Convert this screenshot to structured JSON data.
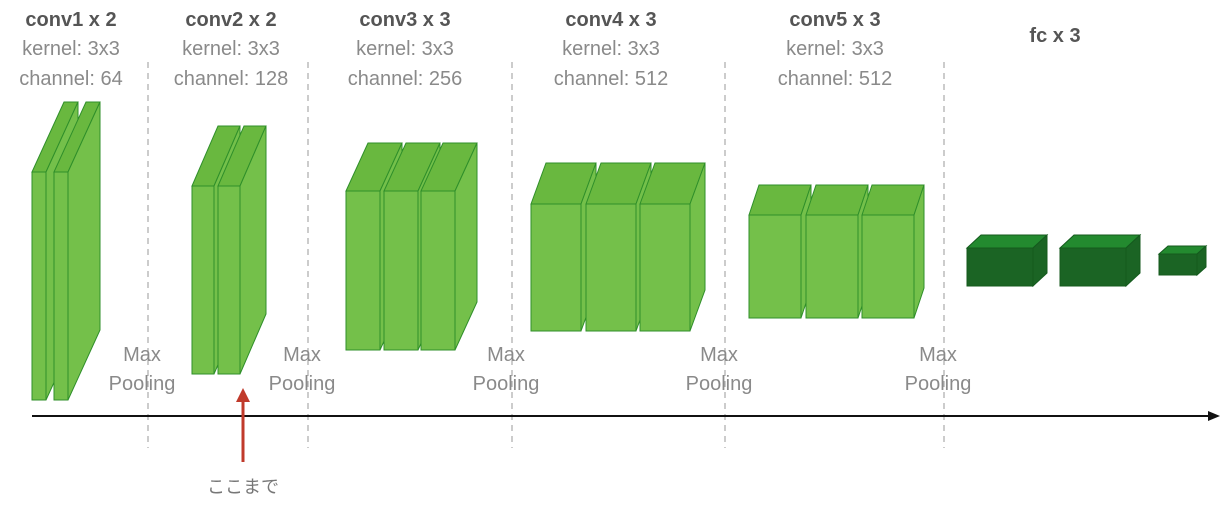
{
  "layers": [
    {
      "title": "conv1 x 2",
      "kernel": "kernel: 3x3",
      "channel": "channel: 64"
    },
    {
      "title": "conv2 x 2",
      "kernel": "kernel: 3x3",
      "channel": "channel: 128"
    },
    {
      "title": "conv3 x 3",
      "kernel": "kernel: 3x3",
      "channel": "channel: 256"
    },
    {
      "title": "conv4 x 3",
      "kernel": "kernel: 3x3",
      "channel": "channel: 512"
    },
    {
      "title": "conv5 x 3",
      "kernel": "kernel: 3x3",
      "channel": "channel: 512"
    },
    {
      "title": "fc x 3"
    }
  ],
  "pooling": [
    {
      "line1": "Max",
      "line2": "Pooling"
    },
    {
      "line1": "Max",
      "line2": "Pooling"
    },
    {
      "line1": "Max",
      "line2": "Pooling"
    },
    {
      "line1": "Max",
      "line2": "Pooling"
    },
    {
      "line1": "Max",
      "line2": "Pooling"
    }
  ],
  "marker": {
    "label": "ここまで"
  },
  "colors": {
    "conv_front": "#74c04a",
    "conv_top": "#69b83f",
    "conv_edge": "#2f8f2a",
    "fc_front": "#1b6424",
    "fc_top": "#238a2f",
    "fc_side": "#145a1d",
    "arrow": "#c03a2b",
    "axis": "#111111",
    "divider": "#9a9a9a"
  }
}
